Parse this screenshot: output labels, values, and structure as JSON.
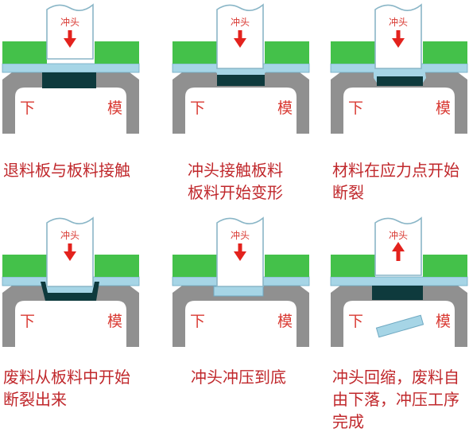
{
  "labels": {
    "punch": "冲头",
    "die_left": "下",
    "die_right": "模"
  },
  "colors": {
    "stripper": "#44c14a",
    "sheet": "#a6d5e6",
    "sheet_edge": "#6fa9c2",
    "die": "#909090",
    "slug": "#0e3a3d",
    "text": "#c0282c",
    "arrow": "#e3221d"
  },
  "steps": [
    {
      "caption": [
        "退料板与板料接触"
      ],
      "arrow": "down"
    },
    {
      "caption": [
        "冲头接触板料",
        "板料开始变形"
      ],
      "arrow": "down"
    },
    {
      "caption": [
        "材料在应力点开始",
        "断裂"
      ],
      "arrow": "down"
    },
    {
      "caption": [
        "废料从板料中开始",
        "断裂出来"
      ],
      "arrow": "down"
    },
    {
      "caption": [
        "冲头冲压到底"
      ],
      "arrow": "down"
    },
    {
      "caption": [
        "冲头回缩，废料自",
        "由下落，冲压工序",
        "完成"
      ],
      "arrow": "up"
    }
  ]
}
